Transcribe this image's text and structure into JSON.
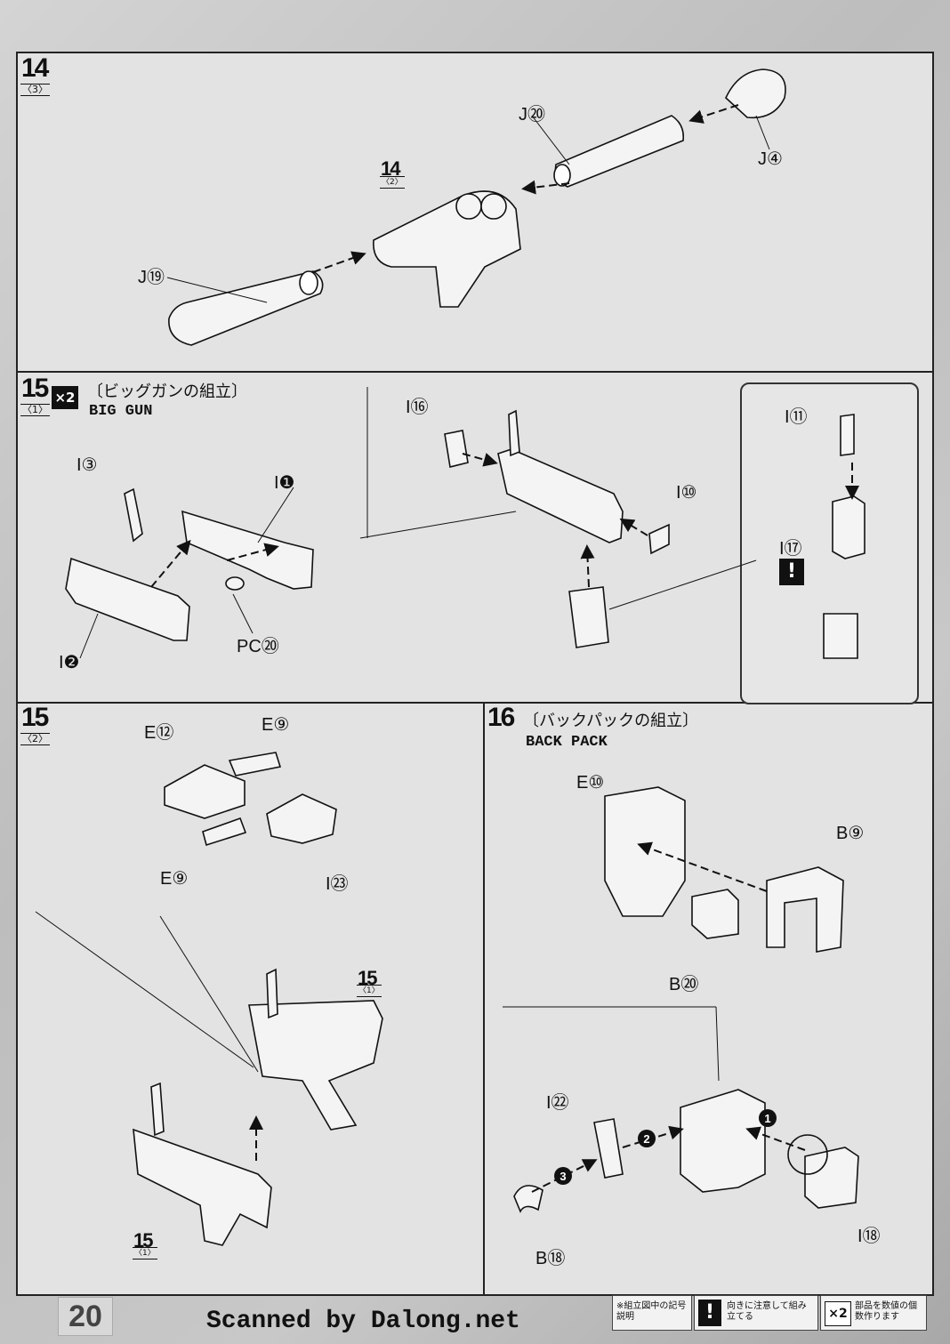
{
  "page_number": "20",
  "credit": "Scanned by Dalong.net",
  "steps": {
    "s14": {
      "number": "14",
      "sub": "〈3〉",
      "inner_step": {
        "number": "14",
        "sub": "〈2〉"
      },
      "parts": {
        "j20": "J⑳",
        "j4": "J④",
        "j19": "J⑲"
      }
    },
    "s15a": {
      "number": "15",
      "sub": "〈1〉",
      "multiplier": "×2",
      "title_jp": "〔ビッグガンの組立〕",
      "title_en": "BIG GUN",
      "parts": {
        "i3": "I③",
        "i1": "I❶",
        "i2": "I❷",
        "pc20": "PC⑳",
        "i16": "I⑯",
        "i10": "I⑩",
        "i11": "I⑪",
        "i17": "I⑰"
      }
    },
    "s15b": {
      "number": "15",
      "sub": "〈2〉",
      "parts": {
        "e12": "E⑫",
        "e9a": "E⑨",
        "e9b": "E⑨",
        "i23": "I㉓"
      },
      "ref_top": {
        "number": "15",
        "sub": "〈1〉"
      },
      "ref_bottom": {
        "number": "15",
        "sub": "〈1〉"
      }
    },
    "s16": {
      "number": "16",
      "title_jp": "〔バックパックの組立〕",
      "title_en": "BACK PACK",
      "parts": {
        "e10": "E⑩",
        "b9": "B⑨",
        "b20": "B⑳",
        "i22": "I㉒",
        "b18": "B⑱",
        "i18": "I⑱"
      },
      "order": [
        "1",
        "2",
        "3"
      ]
    }
  },
  "warning_symbol": "!",
  "legend": {
    "heading": "※組立図中の記号説明",
    "warn_text": "向きに注意して組み立てる",
    "warn_icon": "!",
    "mult_icon": "×2",
    "mult_text": "部品を数値の個数作ります"
  }
}
